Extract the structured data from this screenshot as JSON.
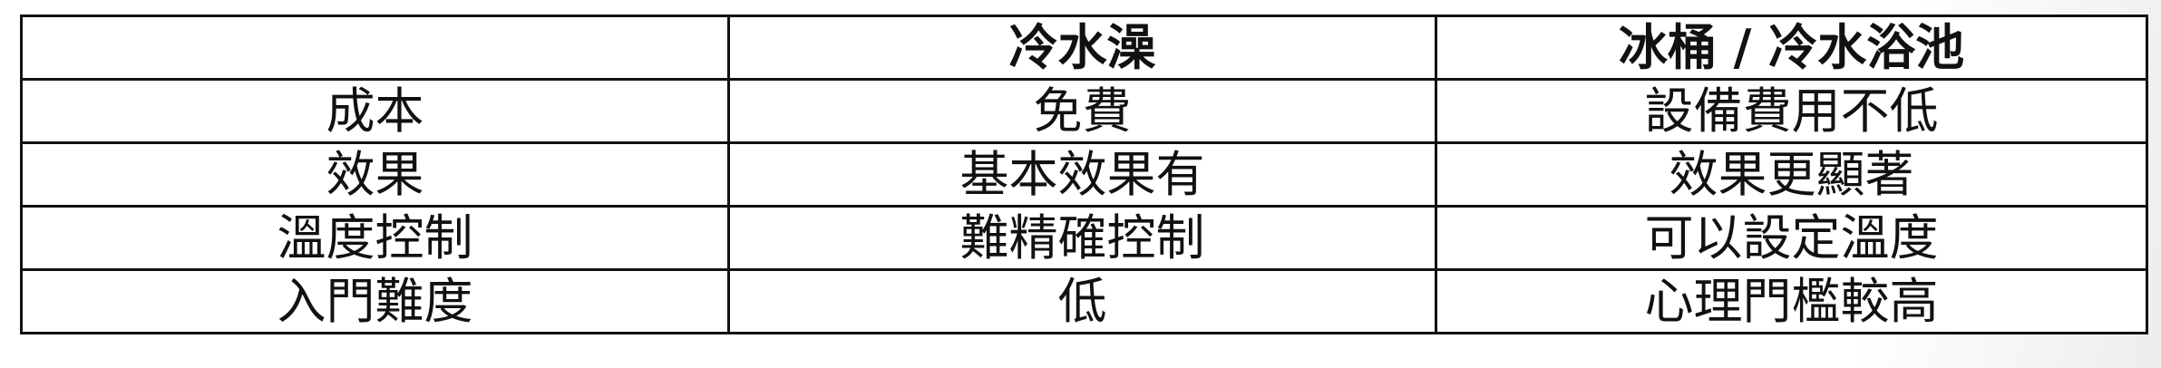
{
  "table": {
    "headers": [
      "",
      "冷水澡",
      "冰桶 / 冷水浴池"
    ],
    "rows": [
      [
        "成本",
        "免費",
        "設備費用不低"
      ],
      [
        "效果",
        "基本效果有",
        "效果更顯著"
      ],
      [
        "溫度控制",
        "難精確控制",
        "可以設定溫度"
      ],
      [
        "入門難度",
        "低",
        "心理門檻較高"
      ]
    ]
  }
}
